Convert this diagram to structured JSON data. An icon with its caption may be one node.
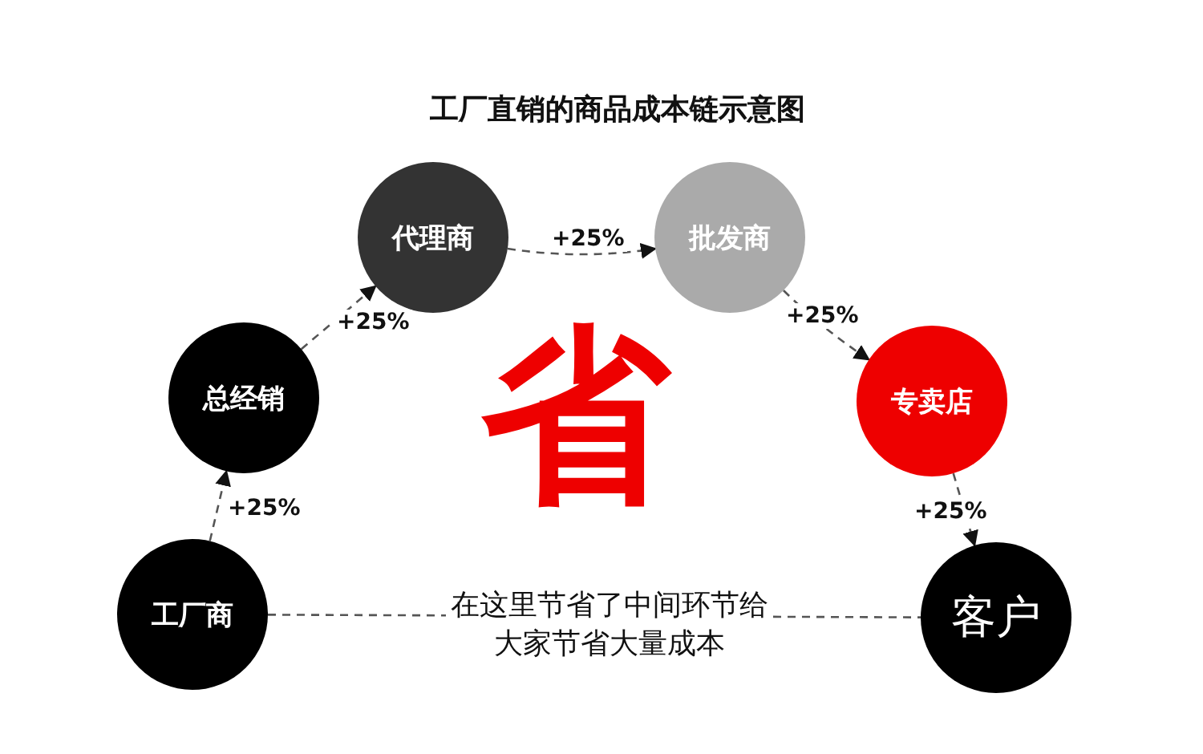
{
  "diagram": {
    "title": "工厂直销的商品成本链示意图",
    "nodes": [
      {
        "text": [
          "工厂商"
        ]
      },
      {
        "text": [
          "总经销"
        ]
      },
      {
        "text": [
          "代理商"
        ]
      },
      {
        "text": [
          "批发商"
        ]
      },
      {
        "text": [
          "专卖店"
        ]
      },
      {
        "text": [
          "客户"
        ]
      }
    ],
    "edges": [
      {
        "from": 0,
        "to": 1,
        "arrow": "to",
        "label": "+25%",
        "style": "dashed"
      },
      {
        "from": 1,
        "to": 2,
        "arrow": "to",
        "label": "+25%",
        "style": "dashed"
      },
      {
        "from": 2,
        "to": 3,
        "arrow": "to",
        "label": "+25%",
        "style": "dashed"
      },
      {
        "from": 3,
        "to": 4,
        "arrow": "to",
        "label": "+25%",
        "style": "dashed"
      },
      {
        "from": 4,
        "to": 5,
        "arrow": "to",
        "label": "+25%",
        "style": "dashed"
      },
      {
        "from": 0,
        "to": 5,
        "arrow": "none",
        "label": "在这里节省了中间环节给大家节省大量成本",
        "style": "dashed"
      }
    ],
    "labels": [
      "省"
    ]
  }
}
